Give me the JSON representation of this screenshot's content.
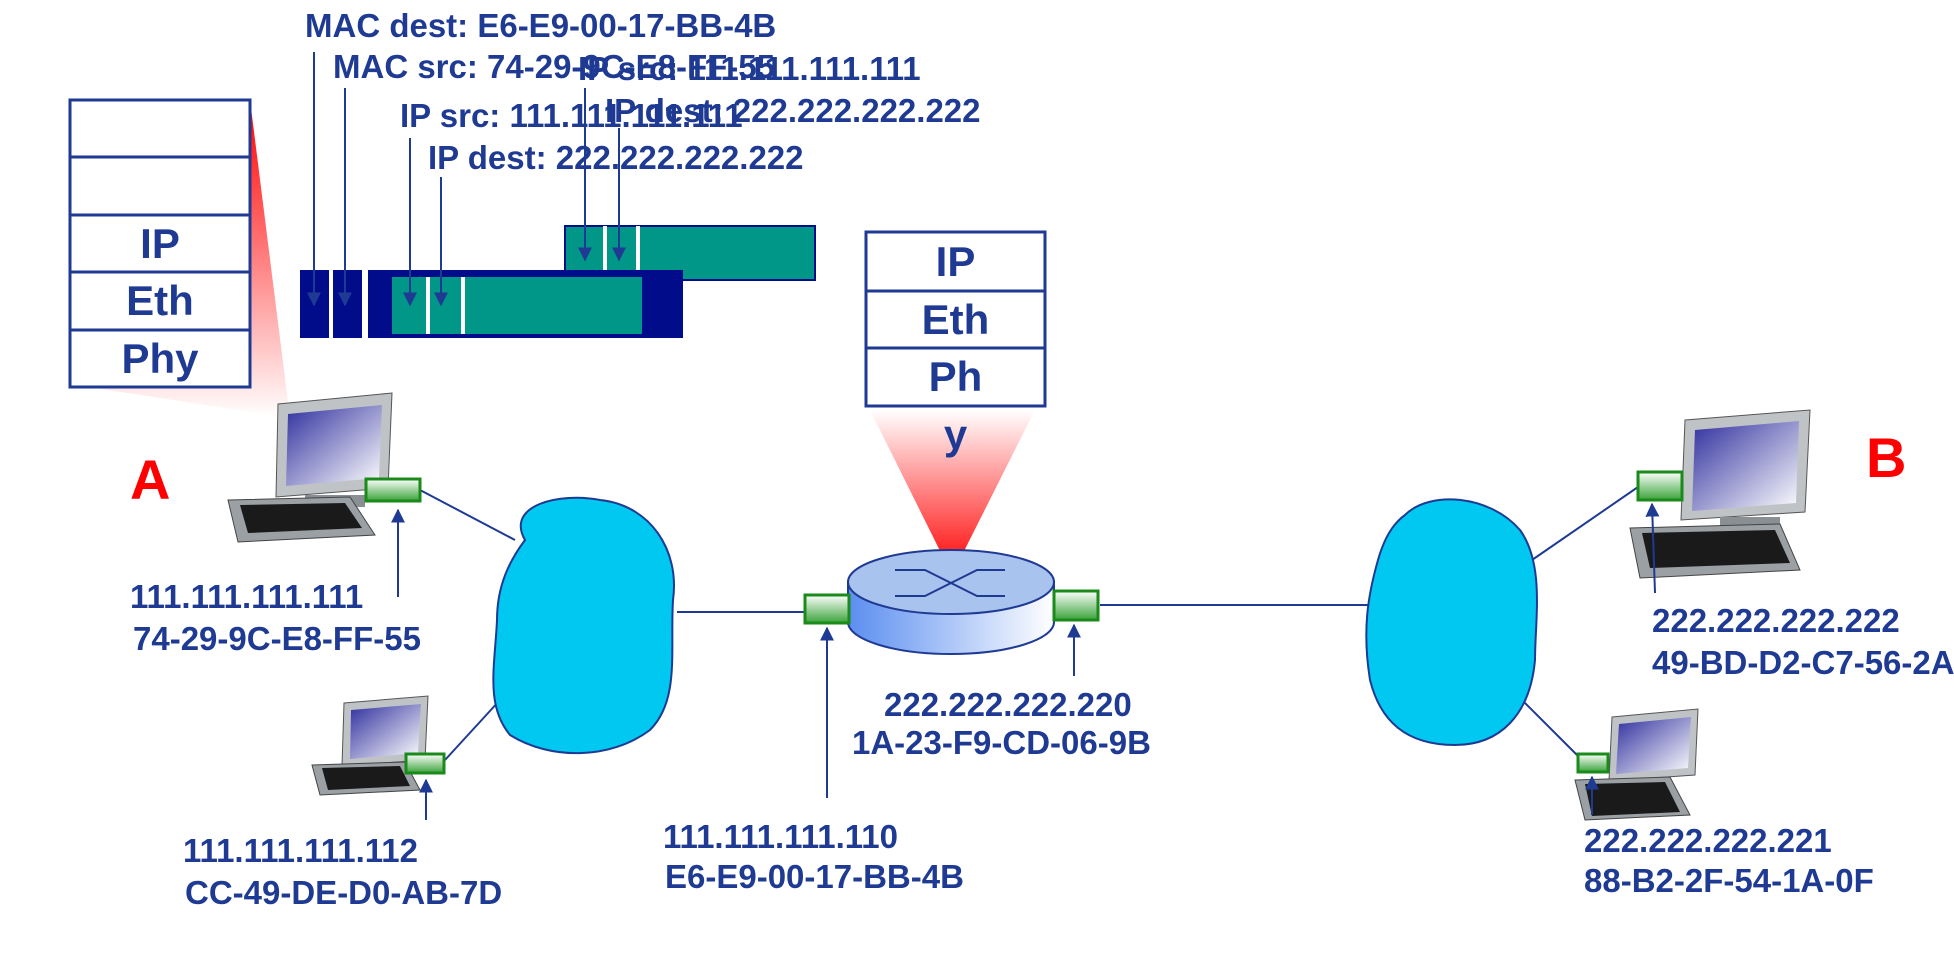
{
  "frame_labels": {
    "mac_dest": "MAC dest: E6-E9-00-17-BB-4B",
    "mac_src": "MAC src: 74-29-9C-E8-FF-55",
    "ip_src_left": "IP src: 111.111.111.111",
    "ip_dest_left": "IP dest: 222.222.222.222",
    "ip_src_right": "IP src: 111.111.111.111",
    "ip_dest_right": "IP dest: 222.222.222.222"
  },
  "host_a_stack": [
    "",
    "",
    "IP",
    "Eth",
    "Phy"
  ],
  "router_stack": [
    "IP",
    "Eth",
    "Ph",
    "y"
  ],
  "nodes": {
    "a": "A",
    "b": "B"
  },
  "addresses": {
    "host_a": {
      "ip": "111.111.111.111",
      "mac": "74-29-9C-E8-FF-55"
    },
    "host_a2": {
      "ip": "111.111.111.112",
      "mac": "CC-49-DE-D0-AB-7D"
    },
    "router_left": {
      "ip": "111.111.111.110",
      "mac": "E6-E9-00-17-BB-4B"
    },
    "router_right": {
      "ip": "222.222.222.220",
      "mac": "1A-23-F9-CD-06-9B"
    },
    "host_b": {
      "ip": "222.222.222.222",
      "mac": "49-BD-D2-C7-56-2A"
    },
    "host_b2": {
      "ip": "222.222.222.221",
      "mac": "88-B2-2F-54-1A-0F"
    }
  },
  "colors": {
    "label_blue": "#1f3a93",
    "frame_navy": "#000c8a",
    "datagram_teal": "#009688",
    "cloud_cyan": "#00c8f0",
    "interface_green": "#1a8a1a",
    "node_red": "#ff0000"
  }
}
